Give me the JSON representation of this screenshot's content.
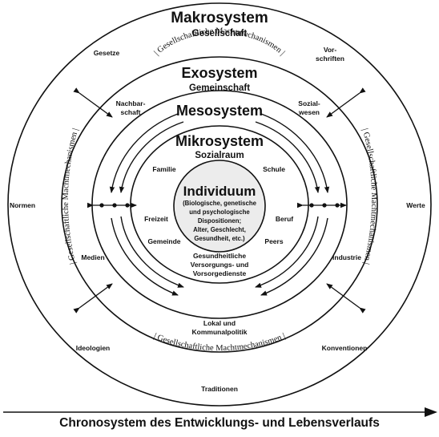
{
  "makrosystem": {
    "title": "Makrosystem",
    "subtitle": "Gesellschaft"
  },
  "exosystem": {
    "title": "Exosystem",
    "subtitle": "Gemeinschaft"
  },
  "mesosystem": {
    "title": "Mesosystem"
  },
  "mikrosystem": {
    "title": "Mikrosystem",
    "subtitle": "Sozialraum"
  },
  "individuum": {
    "title": "Individuum",
    "lines": [
      "(Biologische, genetische",
      "und psychologische",
      "Dispositionen;",
      "Alter, Geschlecht,",
      "Gesundheit, etc.)"
    ]
  },
  "macro_labels": {
    "gesetze": "Gesetze",
    "vorschriften": [
      "Vor-",
      "schriften"
    ],
    "normen": "Normen",
    "werte": "Werte",
    "ideologien": "Ideologien",
    "konventionen": "Konventionen",
    "traditionen": "Traditionen"
  },
  "exo_labels": {
    "nachbarschaft": [
      "Nachbar-",
      "schaft"
    ],
    "sozialwesen": [
      "Sozial-",
      "wesen"
    ],
    "medien": "Medien",
    "industrie": "Industrie",
    "kommunalpolitik": [
      "Lokal und",
      "Kommunalpolitik"
    ]
  },
  "micro_labels": {
    "familie": "Familie",
    "schule": "Schule",
    "freizeit": "Freizeit",
    "beruf": "Beruf",
    "gemeinde": "Gemeinde",
    "peers": "Peers",
    "versorgung": [
      "Gesundheitliche",
      "Versorgungs- und",
      "Vorsorgedienste"
    ]
  },
  "machtmechanismen": "| Gesellschaftliche Machtmechanismen |",
  "chronosystem": "Chronosystem des Entwicklungs- und Lebensverlaufs",
  "colors": {
    "stroke": "#111111",
    "center_fill": "#ececec"
  }
}
